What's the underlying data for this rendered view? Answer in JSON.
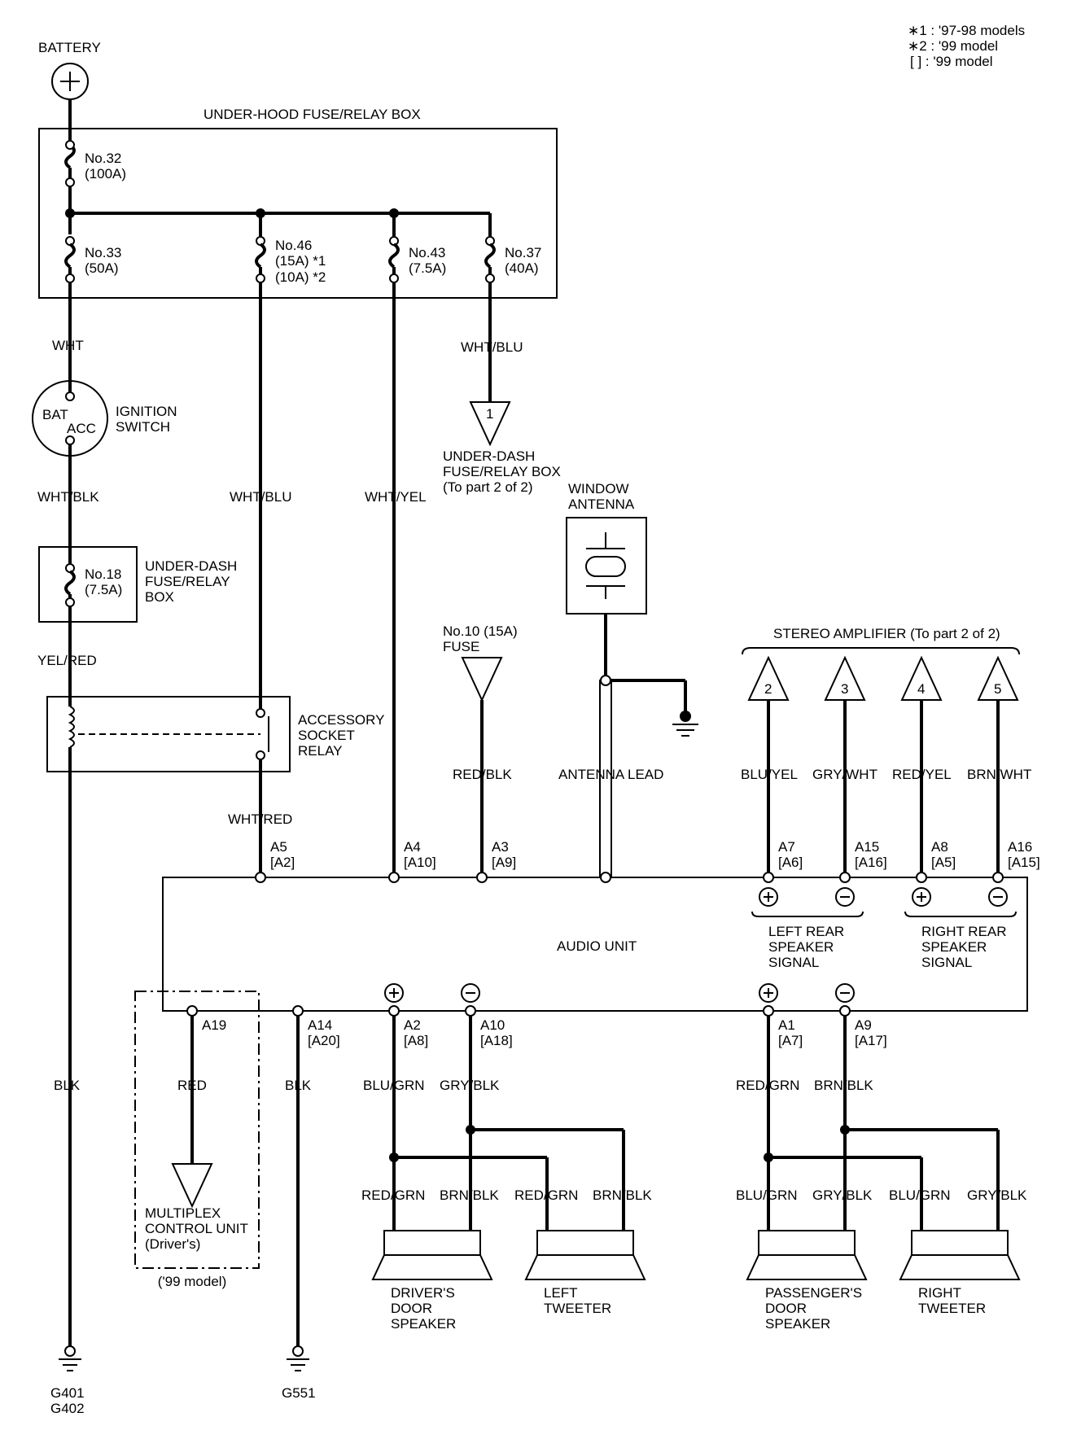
{
  "legend": {
    "l1": "∗1 : '97-98 models",
    "l2": "∗2 : '99 model",
    "l3": "[ ] : '99 model"
  },
  "battery": {
    "label": "BATTERY"
  },
  "underhood_box": {
    "title": "UNDER-HOOD FUSE/RELAY BOX",
    "f32": [
      "No.32",
      "(100A)"
    ],
    "f33": [
      "No.33",
      "(50A)"
    ],
    "f46": [
      "No.46",
      "(15A) *1",
      "(10A) *2"
    ],
    "f43": [
      "No.43",
      "(7.5A)"
    ],
    "f37": [
      "No.37",
      "(40A)"
    ]
  },
  "ignition": {
    "bat": "BAT",
    "acc": "ACC",
    "label": [
      "IGNITION",
      "SWITCH"
    ]
  },
  "underdash_box": {
    "fuse": [
      "No.18",
      "(7.5A)"
    ],
    "label": [
      "UNDER-DASH",
      "FUSE/RELAY",
      "BOX"
    ]
  },
  "relay": {
    "label": [
      "ACCESSORY",
      "SOCKET",
      "RELAY"
    ]
  },
  "connector1": {
    "num": "1",
    "label": [
      "UNDER-DASH",
      "FUSE/RELAY BOX",
      "(To part 2 of 2)"
    ]
  },
  "fuse10": {
    "label": [
      "No.10 (15A)",
      "FUSE"
    ]
  },
  "antenna": {
    "label": [
      "WINDOW",
      "ANTENNA"
    ],
    "lead": "ANTENNA LEAD"
  },
  "amplifier": {
    "label": "STEREO AMPLIFIER (To part 2 of 2)",
    "nums": [
      "2",
      "3",
      "4",
      "5"
    ]
  },
  "wires": {
    "wht": "WHT",
    "wht_blu_a": "WHT/BLU",
    "wht_blk": "WHT/BLK",
    "wht_blu_b": "WHT/BLU",
    "wht_yel": "WHT/YEL",
    "yel_red": "YEL/RED",
    "wht_red": "WHT/RED",
    "red_blk": "RED/BLK",
    "blu_yel": "BLU/YEL",
    "gry_wht": "GRY/WHT",
    "red_yel": "RED/YEL",
    "brn_wht": "BRN/WHT",
    "blk_a": "BLK",
    "red": "RED",
    "blk_b": "BLK",
    "blu_grn": "BLU/GRN",
    "gry_blk": "GRY/BLK",
    "red_grn": "RED/GRN",
    "brn_blk": "BRN/BLK",
    "s_red_grn1": "RED/GRN",
    "s_brn_blk1": "BRN/BLK",
    "s_red_grn2": "RED/GRN",
    "s_brn_blk2": "BRN/BLK",
    "s_blu_grn1": "BLU/GRN",
    "s_gry_blk1": "GRY/BLK",
    "s_blu_grn2": "BLU/GRN",
    "s_gry_blk2": "GRY/BLK"
  },
  "audio_unit": {
    "label": "AUDIO UNIT",
    "top_pins": [
      [
        "A5",
        "[A2]"
      ],
      [
        "A4",
        "[A10]"
      ],
      [
        "A3",
        "[A9]"
      ],
      [
        "A7",
        "[A6]"
      ],
      [
        "A15",
        "[A16]"
      ],
      [
        "A8",
        "[A5]"
      ],
      [
        "A16",
        "[A15]"
      ]
    ],
    "bottom_pins": [
      [
        "A19",
        ""
      ],
      [
        "A14",
        "[A20]"
      ],
      [
        "A2",
        "[A8]"
      ],
      [
        "A10",
        "[A18]"
      ],
      [
        "A1",
        "[A7]"
      ],
      [
        "A9",
        "[A17]"
      ]
    ],
    "left_rear": [
      "LEFT REAR",
      "SPEAKER",
      "SIGNAL"
    ],
    "right_rear": [
      "RIGHT REAR",
      "SPEAKER",
      "SIGNAL"
    ]
  },
  "multiplex": {
    "label": [
      "MULTIPLEX",
      "CONTROL UNIT",
      "(Driver's)"
    ],
    "note": "('99 model)"
  },
  "speakers": {
    "driver": [
      "DRIVER'S",
      "DOOR",
      "SPEAKER"
    ],
    "left_tweeter": [
      "LEFT",
      "TWEETER"
    ],
    "passenger": [
      "PASSENGER'S",
      "DOOR",
      "SPEAKER"
    ],
    "right_tweeter": [
      "RIGHT",
      "TWEETER"
    ]
  },
  "grounds": {
    "g401": "G401",
    "g402": "G402",
    "g551": "G551"
  }
}
